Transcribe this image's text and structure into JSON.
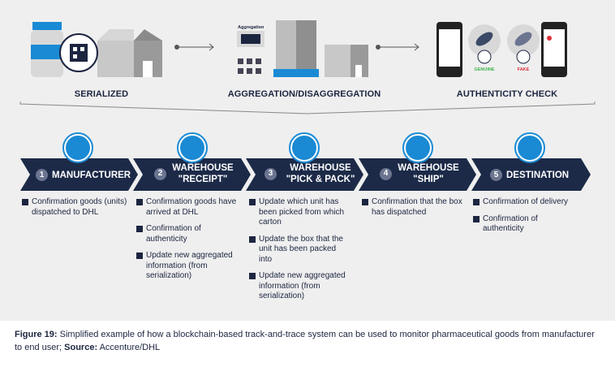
{
  "stages": [
    {
      "label": "SERIALIZED"
    },
    {
      "label": "AGGREGATION/DISAGGREGATION"
    },
    {
      "label": "AUTHENTICITY CHECK"
    }
  ],
  "illustration": {
    "aggregation_label": "Aggregation",
    "genuine_label": "GENUINE",
    "fake_label": "FAKE"
  },
  "steps": [
    {
      "num": "1",
      "title": "MANUFACTURER",
      "icon": "factory-icon",
      "bullets": [
        "Confirmation goods (units) dispatched to DHL"
      ]
    },
    {
      "num": "2",
      "title": "WAREHOUSE \"RECEIPT\"",
      "icon": "warehouse-truck-icon",
      "bullets": [
        "Confirmation goods have arrived at DHL",
        "Confirmation of authenticity",
        "Update new aggregated information (from serialization)"
      ]
    },
    {
      "num": "3",
      "title": "WAREHOUSE \"PICK & PACK\"",
      "icon": "warehouse-truck-icon",
      "bullets": [
        "Update which unit has been picked from which carton",
        "Update the box that the unit has been packed into",
        "Update new aggregated information (from serialization)"
      ]
    },
    {
      "num": "4",
      "title": "WAREHOUSE \"SHIP\"",
      "icon": "warehouse-truck-icon",
      "bullets": [
        "Confirmation that the box has dispatched"
      ]
    },
    {
      "num": "5",
      "title": "DESTINATION",
      "icon": "location-pin-icon",
      "bullets": [
        "Confirmation of delivery",
        "Confirmation of authenticity"
      ]
    }
  ],
  "caption": {
    "figure": "Figure 19:",
    "text": " Simplified example of how a blockchain-based track-and-trace system can be used to monitor pharmaceutical goods from manufacturer to end user; ",
    "source_label": "Source:",
    "source": " Accenture/DHL"
  },
  "colors": {
    "navy": "#1c2a48",
    "blue": "#1a8ad4",
    "panel": "#efefef"
  }
}
